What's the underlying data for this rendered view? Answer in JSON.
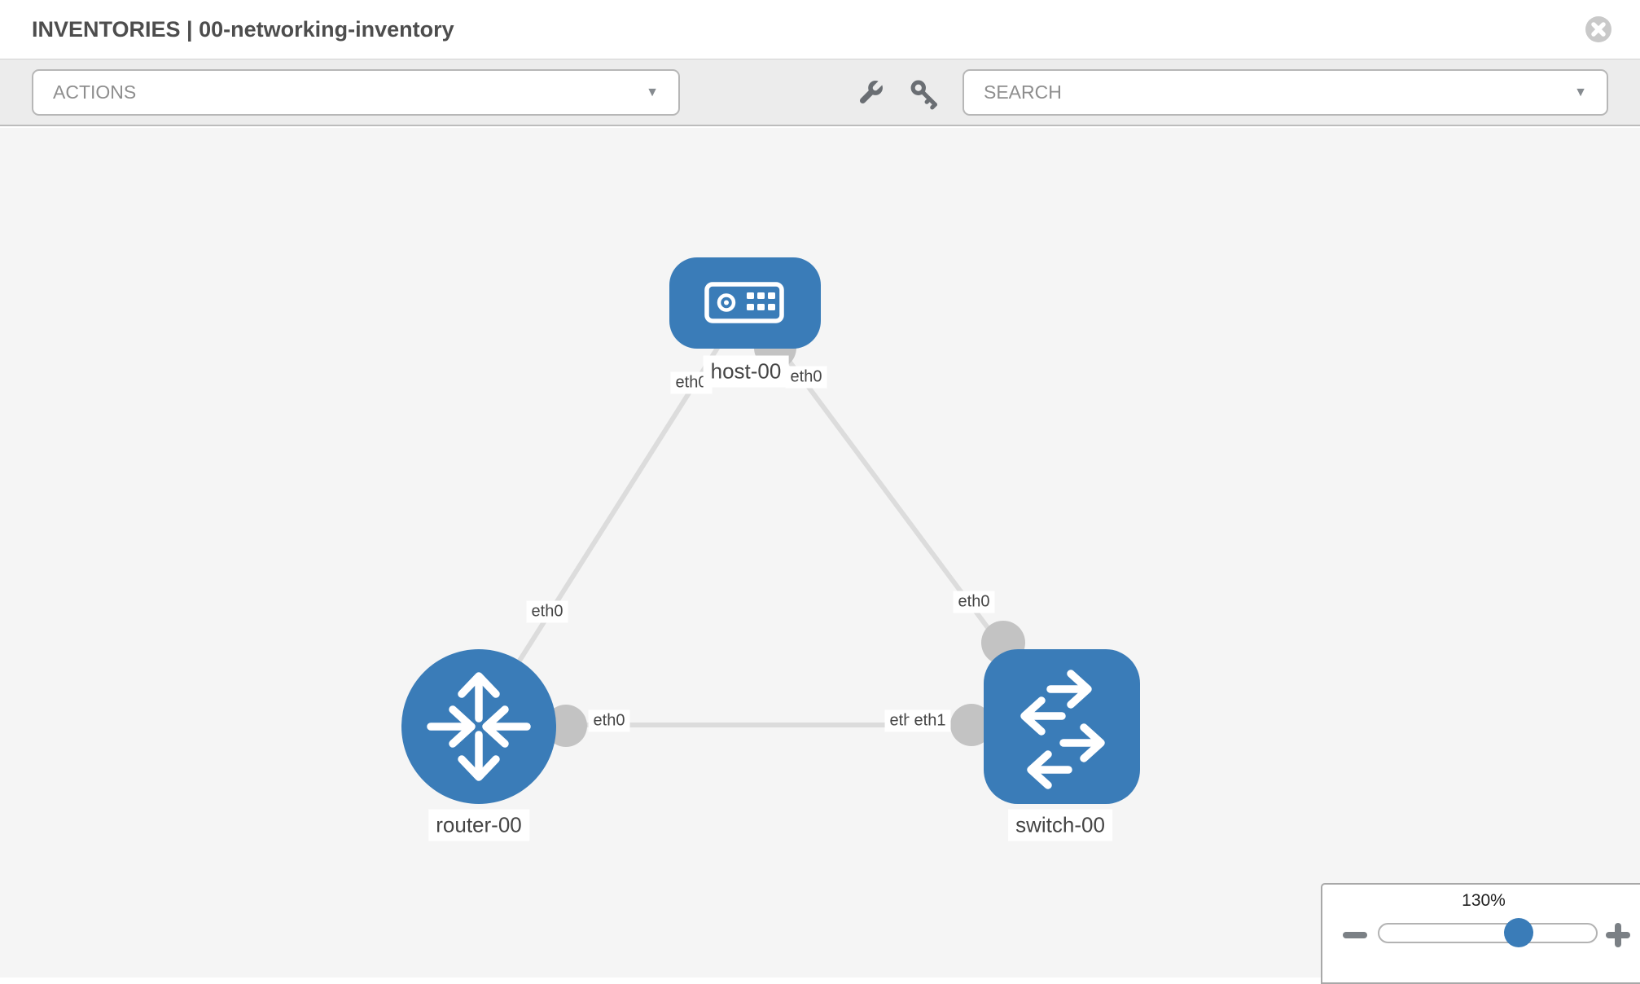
{
  "header": {
    "title": "INVENTORIES | 00-networking-inventory"
  },
  "toolbar": {
    "actions_label": "ACTIONS",
    "search_placeholder": "SEARCH"
  },
  "icons": {
    "caret_down": "▼",
    "names": [
      "close-icon",
      "chevron-down-icon",
      "wrench-icon",
      "key-icon",
      "host-icon",
      "router-icon",
      "switch-icon",
      "minus-icon",
      "plus-icon"
    ]
  },
  "topology": {
    "nodes": [
      {
        "id": "host-00",
        "label": "host-00",
        "type": "host",
        "icon": "host-icon"
      },
      {
        "id": "router-00",
        "label": "router-00",
        "type": "router",
        "icon": "router-icon"
      },
      {
        "id": "switch-00",
        "label": "switch-00",
        "type": "switch",
        "icon": "switch-icon"
      }
    ],
    "links": [
      {
        "from": "host-00",
        "to": "router-00",
        "from_interface": "eth0",
        "to_interface": "eth0"
      },
      {
        "from": "host-00",
        "to": "switch-00",
        "from_interface": "eth0",
        "to_interface": "eth0"
      },
      {
        "from": "router-00",
        "to": "switch-00",
        "from_interface": "eth0",
        "to_interface": "eth1",
        "overlapped_interface_label": "eth0"
      }
    ]
  },
  "zoom": {
    "level": "130%"
  },
  "colors": {
    "node_blue": "#3a7cb8",
    "link_gray": "#dcdcdc",
    "endpoint_gray": "#c3c3c3",
    "canvas_bg": "#f5f5f5",
    "toolbar_bg": "#ececec",
    "text_dark": "#4d4d4d",
    "muted_gray": "#8e8e8e"
  }
}
